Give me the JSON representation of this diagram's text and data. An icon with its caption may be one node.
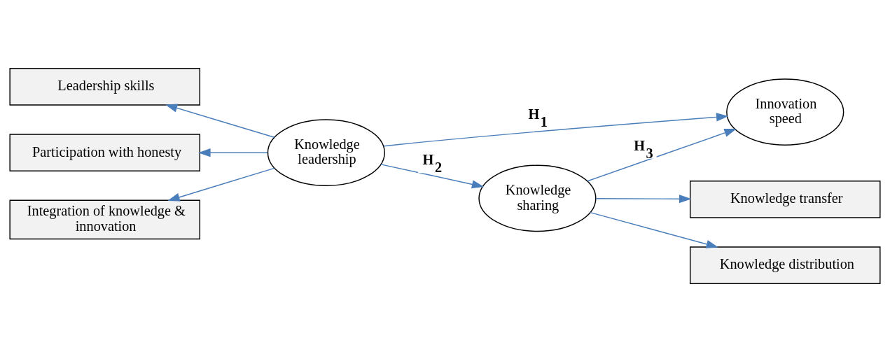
{
  "diagram": {
    "nodes": [
      {
        "text": [
          "Leadership skills"
        ]
      },
      {
        "text": [
          "Participation with honesty"
        ]
      },
      {
        "text": [
          "Integration of knowledge & innovation"
        ]
      },
      {
        "text": [
          "Knowledge leadership"
        ]
      },
      {
        "text": [
          "Innovation speed"
        ]
      },
      {
        "text": [
          "Knowledge sharing"
        ]
      },
      {
        "text": [
          "Knowledge transfer"
        ]
      },
      {
        "text": [
          "Knowledge distribution"
        ]
      }
    ],
    "edges": [
      {
        "from": 3,
        "to": 0,
        "arrow": "to"
      },
      {
        "from": 3,
        "to": 1,
        "arrow": "to"
      },
      {
        "from": 3,
        "to": 2,
        "arrow": "to"
      },
      {
        "from": 3,
        "to": 4,
        "arrow": "to",
        "label": "H$_{1}$"
      },
      {
        "from": 3,
        "to": 5,
        "arrow": "to",
        "label": "H$_{2}$"
      },
      {
        "from": 5,
        "to": 4,
        "arrow": "to",
        "label": "H$_{3}$"
      },
      {
        "from": 5,
        "to": 6,
        "arrow": "to"
      },
      {
        "from": 5,
        "to": 7,
        "arrow": "to"
      }
    ]
  }
}
